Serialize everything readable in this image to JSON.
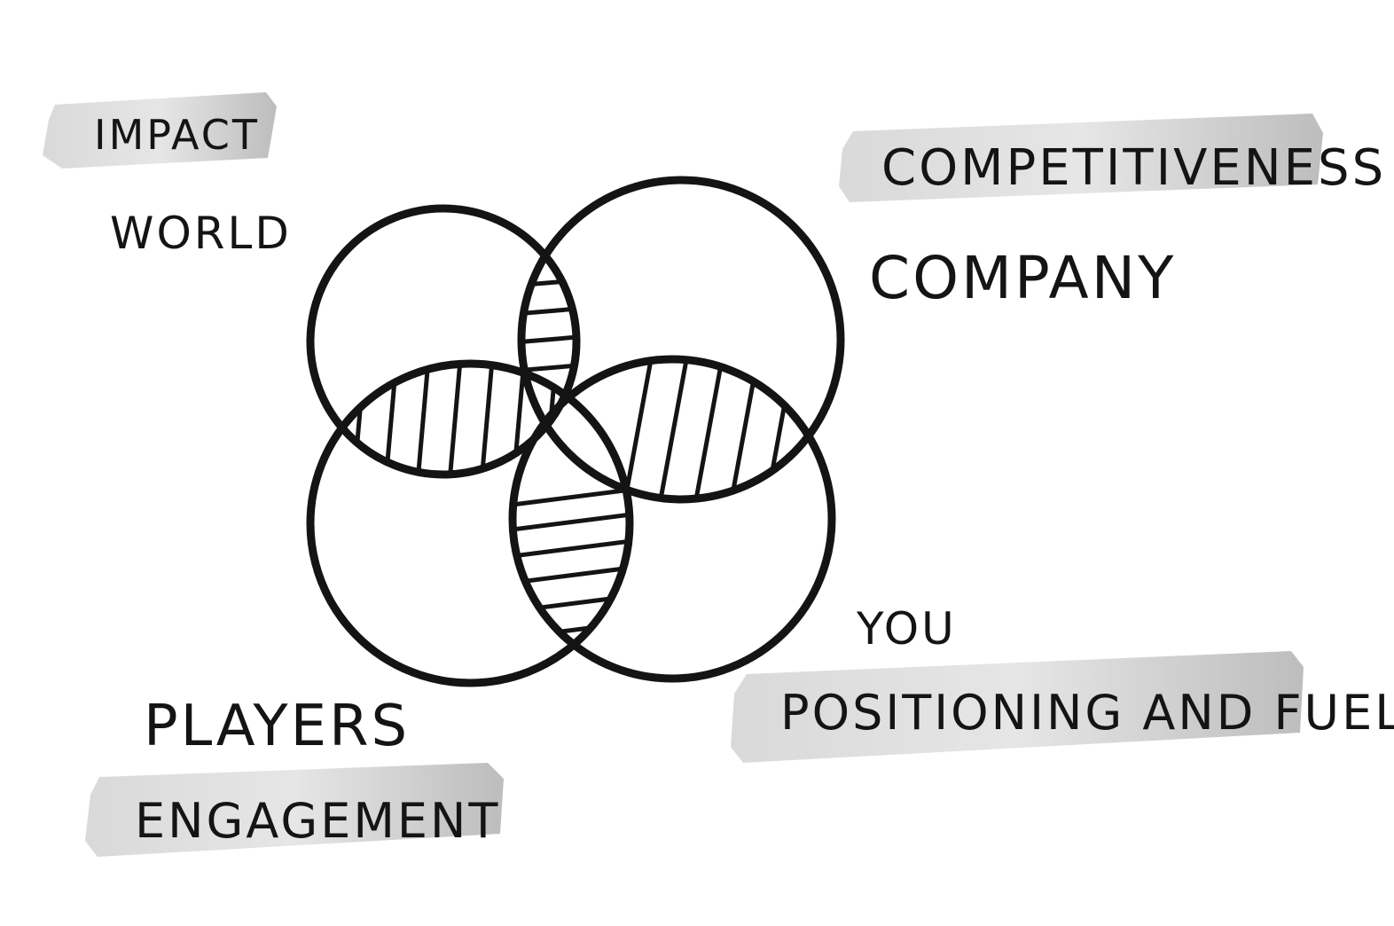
{
  "labels": {
    "impact": "IMPACT",
    "world": "WORLD",
    "competitiveness": "COMPETITIVENESS",
    "company": "COMPANY",
    "you": "YOU",
    "positioning": "POSITIONING AND FUEL",
    "players": "PLAYERS",
    "engagement": "ENGAGEMENT"
  },
  "colors": {
    "ink": "#141414",
    "highlight": "#c8c8c8"
  }
}
